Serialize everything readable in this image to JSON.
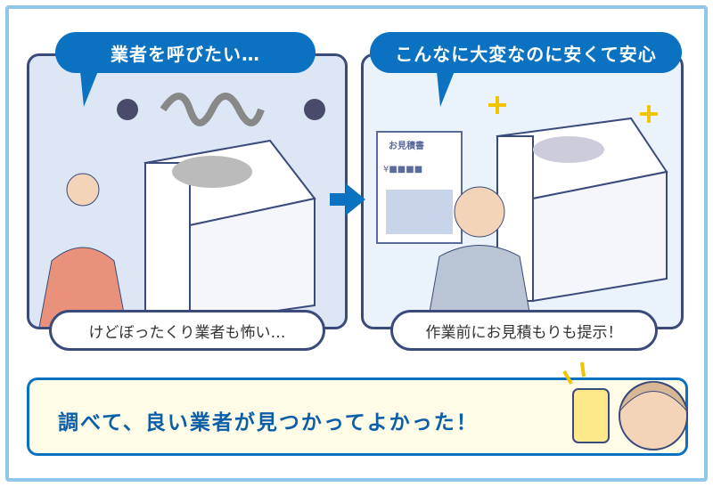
{
  "panel_left": {
    "speech": "業者を呼びたい…",
    "caption": "けどぼったくり業者も怖い…"
  },
  "panel_right": {
    "speech": "こんなに大変なのに安くて安心",
    "caption": "作業前にお見積もりも提示！",
    "estimate_title": "お見積書",
    "estimate_amount": "¥■■■■"
  },
  "conclusion": "調べて、良い業者が見つかってよかった！",
  "colors": {
    "accent": "#0b72c2",
    "border": "#3a4a7a",
    "frame": "#8fc6ea",
    "conclusion_bg": "#fefbe6"
  }
}
